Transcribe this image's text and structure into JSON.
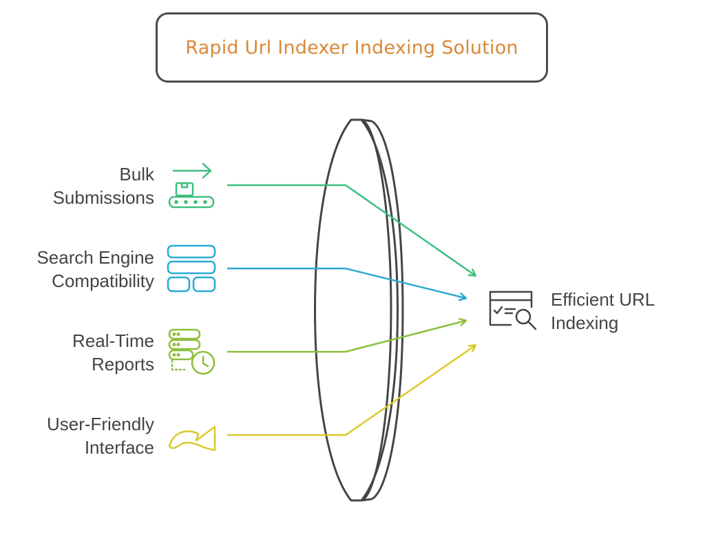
{
  "title": "Rapid Url Indexer Indexing Solution",
  "inputs": [
    {
      "line1": "Bulk",
      "line2": "Submissions",
      "color": "#3dbf7e",
      "icon": "conveyor-box-icon"
    },
    {
      "line1": "Search Engine",
      "line2": "Compatibility",
      "color": "#2aa9d2",
      "icon": "layout-blocks-icon"
    },
    {
      "line1": "Real-Time",
      "line2": "Reports",
      "color": "#8cbf3a",
      "icon": "server-clock-icon"
    },
    {
      "line1": "User-Friendly",
      "line2": "Interface",
      "color": "#d9c92a",
      "icon": "curved-arrow-icon"
    }
  ],
  "output": {
    "line1": "Efficient URL",
    "line2": "Indexing",
    "icon": "search-window-icon"
  },
  "lens_color": "#444444"
}
